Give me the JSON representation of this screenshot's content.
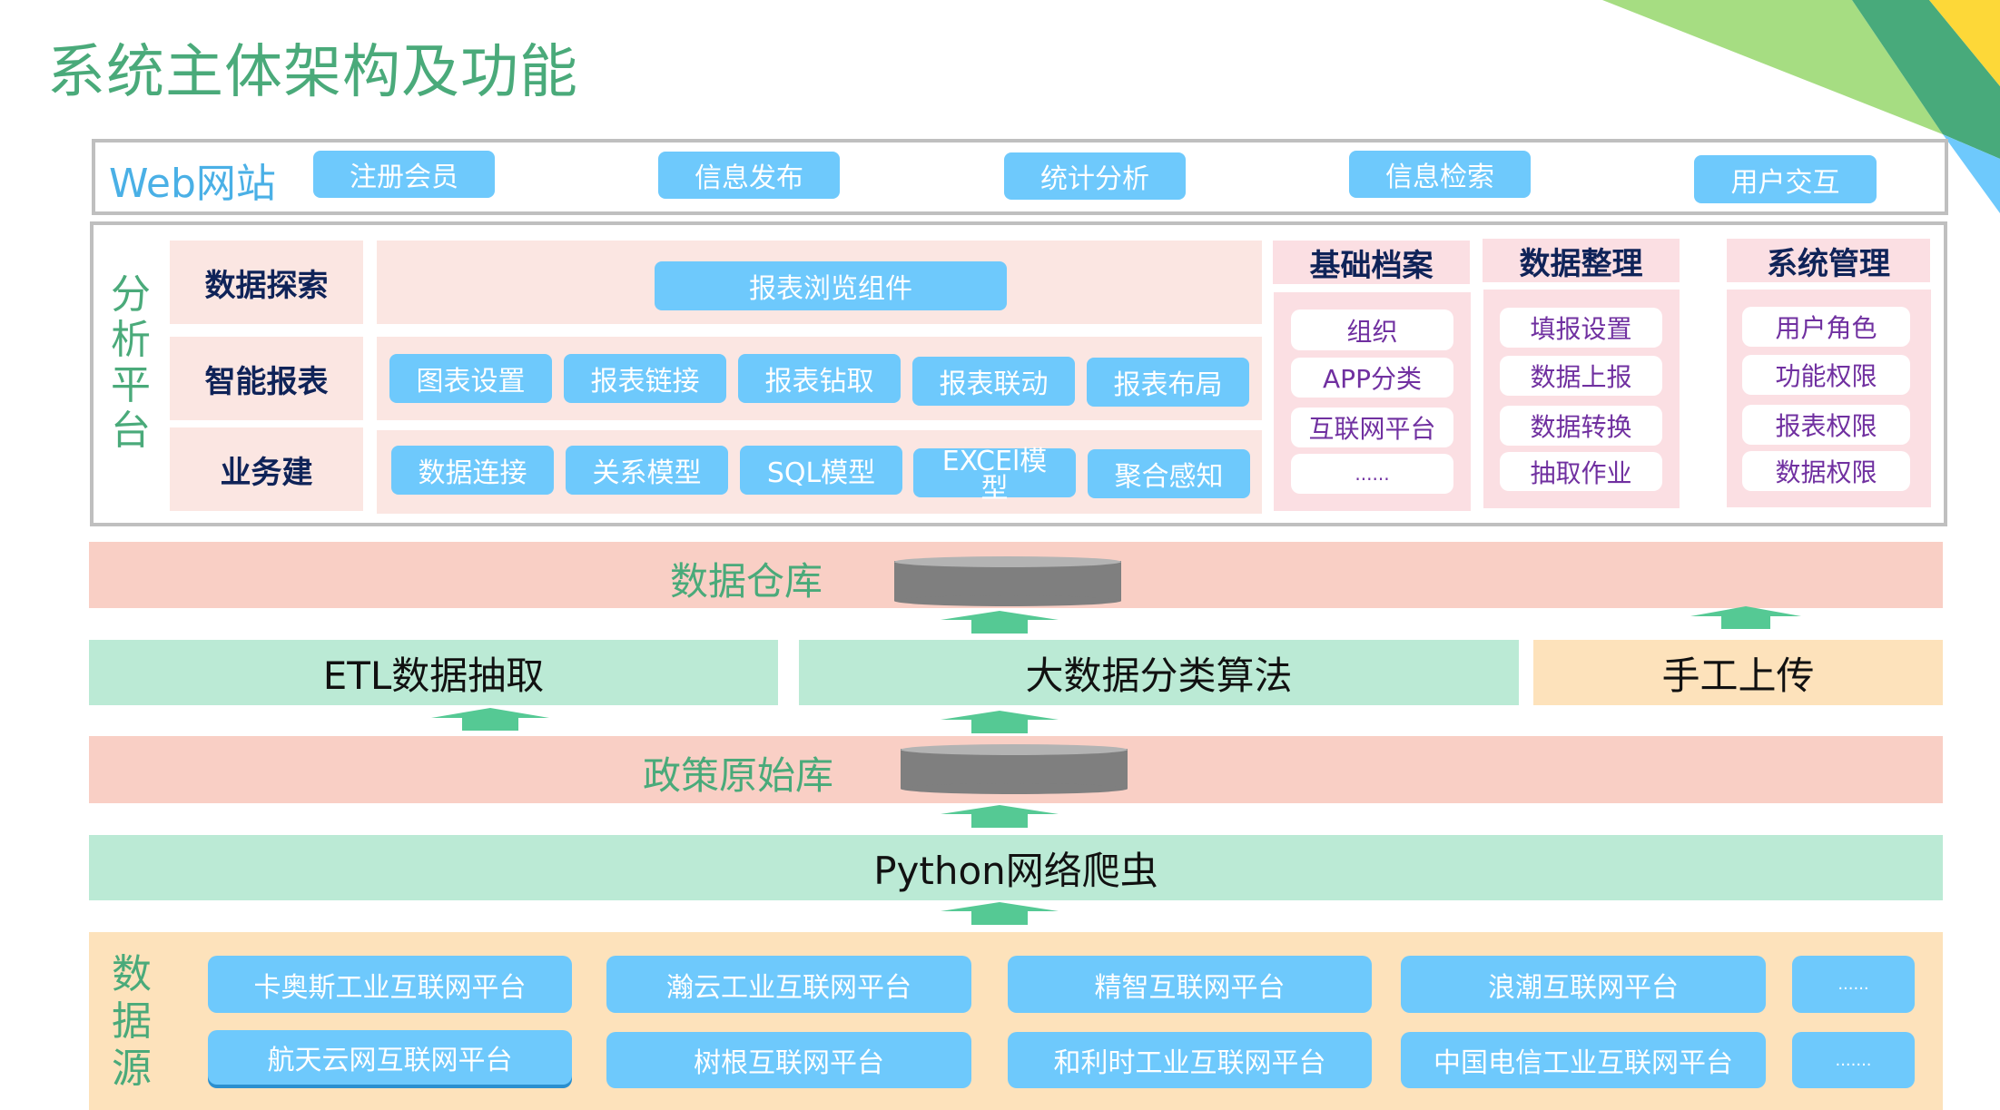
{
  "title": "系统主体架构及功能",
  "colors": {
    "title_green": "#4aaa7a",
    "button_blue": "#6ec9fc",
    "label_navy": "#0f2358",
    "item_purple": "#7030a0",
    "band_red": "#f9cfc5",
    "band_green": "#bbead5",
    "band_orange": "#fde2bb",
    "arrow_green": "#55c994",
    "db_gray": "#7f7f7f"
  },
  "web": {
    "label": "Web网站",
    "buttons": [
      "注册会员",
      "信息发布",
      "统计分析",
      "信息检索",
      "用户交互"
    ]
  },
  "analysis": {
    "label": "分析平台",
    "label_chars": [
      "分",
      "析",
      "平",
      "台"
    ],
    "rows": [
      {
        "label": "数据探索",
        "items": [
          "报表浏览组件"
        ]
      },
      {
        "label": "智能报表",
        "items": [
          "图表设置",
          "报表链接",
          "报表钻取",
          "报表联动",
          "报表布局"
        ]
      },
      {
        "label": "业务建",
        "items": [
          "数据连接",
          "关系模型",
          "SQL模型",
          "EXCEl模型",
          "聚合感知"
        ]
      }
    ],
    "columns": [
      {
        "header": "基础档案",
        "items": [
          "组织",
          "APP分类",
          "互联网平台",
          "......"
        ]
      },
      {
        "header": "数据整理",
        "items": [
          "填报设置",
          "数据上报",
          "数据转换",
          "抽取作业"
        ]
      },
      {
        "header": "系统管理",
        "items": [
          "用户角色",
          "功能权限",
          "报表权限",
          "数据权限"
        ]
      }
    ]
  },
  "layers": {
    "warehouse": "数据仓库",
    "etl": "ETL数据抽取",
    "bigdata": "大数据分类算法",
    "manual": "手工上传",
    "raw_db": "政策原始库",
    "crawler": "Python网络爬虫"
  },
  "sources": {
    "label_chars": [
      "数",
      "据",
      "源"
    ],
    "row1": [
      "卡奥斯工业互联网平台",
      "瀚云工业互联网平台",
      "精智互联网平台",
      "浪潮互联网平台",
      "......"
    ],
    "row2": [
      "航天云网互联网平台",
      "树根互联网平台",
      "和利时工业互联网平台",
      "中国电信工业互联网平台",
      "......."
    ]
  }
}
